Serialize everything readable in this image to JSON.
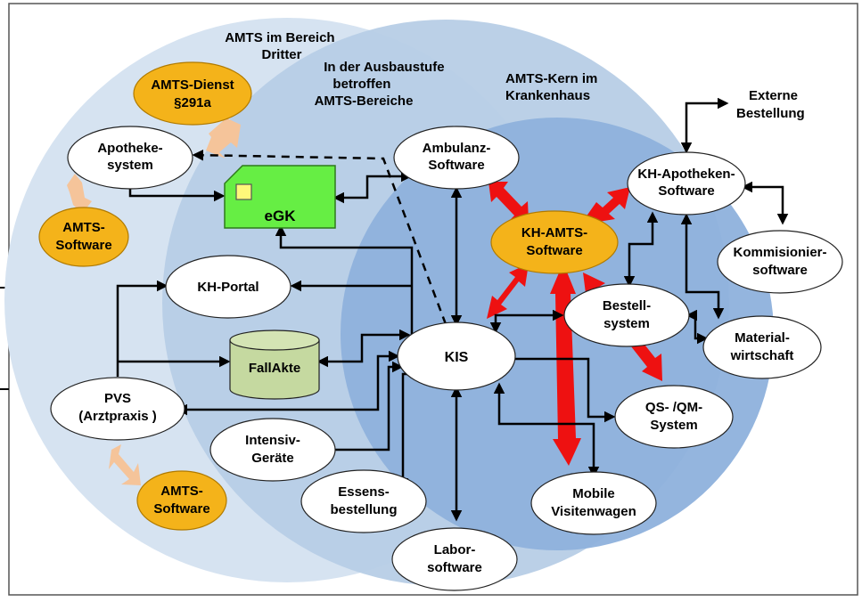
{
  "regions": {
    "third_party": [
      "AMTS im Bereich",
      "Dritter"
    ],
    "expansion": [
      "In der Ausbaustufe",
      "betroffen",
      "AMTS-Bereiche"
    ],
    "core": [
      "AMTS-Kern im",
      "Krankenhaus"
    ]
  },
  "nodes": {
    "amts_dienst": [
      "AMTS-Dienst",
      "§291a"
    ],
    "apotheke": [
      "Apotheke-",
      "system"
    ],
    "amts_sw_left": [
      "AMTS-",
      "Software"
    ],
    "egk": [
      "eGK"
    ],
    "ambulanz": [
      "Ambulanz-",
      "Software"
    ],
    "kh_amts": [
      "KH-AMTS-",
      "Software"
    ],
    "kh_apotheken": [
      "KH-Apotheken-",
      "Software"
    ],
    "extern": [
      "Externe",
      "Bestellung"
    ],
    "kommissionier": [
      "Kommisionier-",
      "software"
    ],
    "kh_portal": [
      "KH-Portal"
    ],
    "fallakte": [
      "FallAkte"
    ],
    "kis": [
      "KIS"
    ],
    "bestell": [
      "Bestell-",
      "system"
    ],
    "material": [
      "Material-",
      "wirtschaft"
    ],
    "pvs": [
      "PVS",
      "(Arztpraxis )"
    ],
    "intensiv": [
      "Intensiv-",
      "Geräte"
    ],
    "qs": [
      "QS- /QM-",
      "System"
    ],
    "amts_sw_bottom": [
      "AMTS-",
      "Software"
    ],
    "essens": [
      "Essens-",
      "bestellung"
    ],
    "mobile": [
      "Mobile",
      "Visitenwagen"
    ],
    "labor": [
      "Labor-",
      "software"
    ]
  },
  "colors": {
    "outer_circle": "#d6e3f1",
    "mid_circle": "#b7cde6",
    "core_circle": "#8eb1dc",
    "amts_orange": "#f4b31a",
    "egk_green": "#66ee44",
    "fallakte_green": "#c5d9a0",
    "red_arrow": "#ee1111",
    "peach_arrow": "#f5c49a"
  }
}
